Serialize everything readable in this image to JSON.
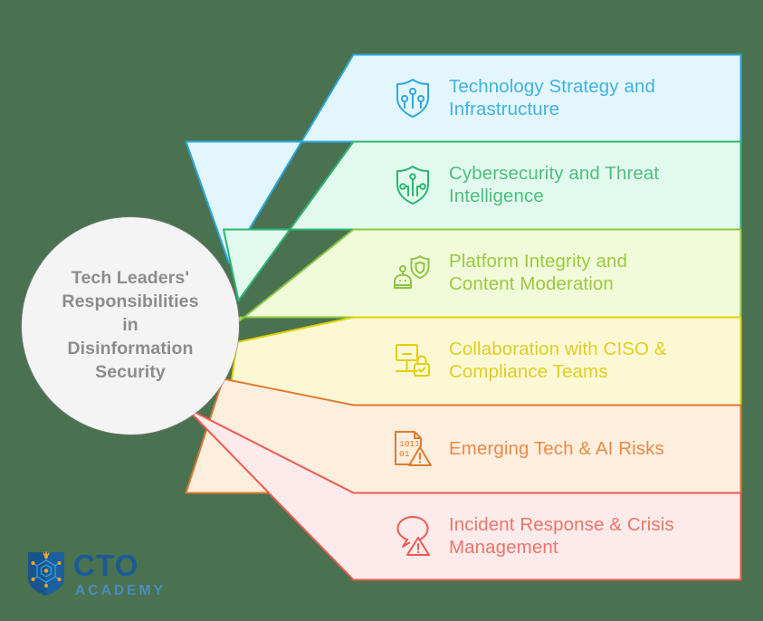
{
  "background_color": "#4a7251",
  "hub": {
    "label": "Tech Leaders'\nResponsibilities\nin\nDisinformation\nSecurity",
    "fill_color": "#f4f4f4",
    "text_color": "#8c8c8c"
  },
  "branches": [
    {
      "label": "Technology Strategy and\nInfrastructure",
      "icon": "shield-circuit-icon",
      "stroke_color": "#29abe2",
      "fill_color": "#e4f6fd",
      "text_color": "#3fb3e0"
    },
    {
      "label": "Cybersecurity and Threat\nIntelligence",
      "icon": "shield-network-icon",
      "stroke_color": "#2bb673",
      "fill_color": "#e2faee",
      "text_color": "#4cbf7e"
    },
    {
      "label": "Platform Integrity and\nContent Moderation",
      "icon": "bot-shield-icon",
      "stroke_color": "#8cc63f",
      "fill_color": "#f1fbd9",
      "text_color": "#9ac93f"
    },
    {
      "label": "Collaboration with CISO &\nCompliance Teams",
      "icon": "monitor-lock-icon",
      "stroke_color": "#e2d000",
      "fill_color": "#fdf8d4",
      "text_color": "#e0ce21"
    },
    {
      "label": "Emerging Tech & AI Risks",
      "icon": "binary-file-warning-icon",
      "stroke_color": "#e07b2c",
      "fill_color": "#fdeede",
      "text_color": "#e98b47"
    },
    {
      "label": "Incident Response & Crisis\nManagement",
      "icon": "speech-bubble-warning-icon",
      "stroke_color": "#ed5a4e",
      "fill_color": "#fdeaea",
      "text_color": "#e9766c"
    }
  ],
  "logo": {
    "primary_text": "CTO",
    "secondary_text": "ACADEMY",
    "badge_icon": "shield-hexagon-circuit-icon",
    "primary_color": "#1b5a96",
    "secondary_color": "#4a8cbe"
  }
}
